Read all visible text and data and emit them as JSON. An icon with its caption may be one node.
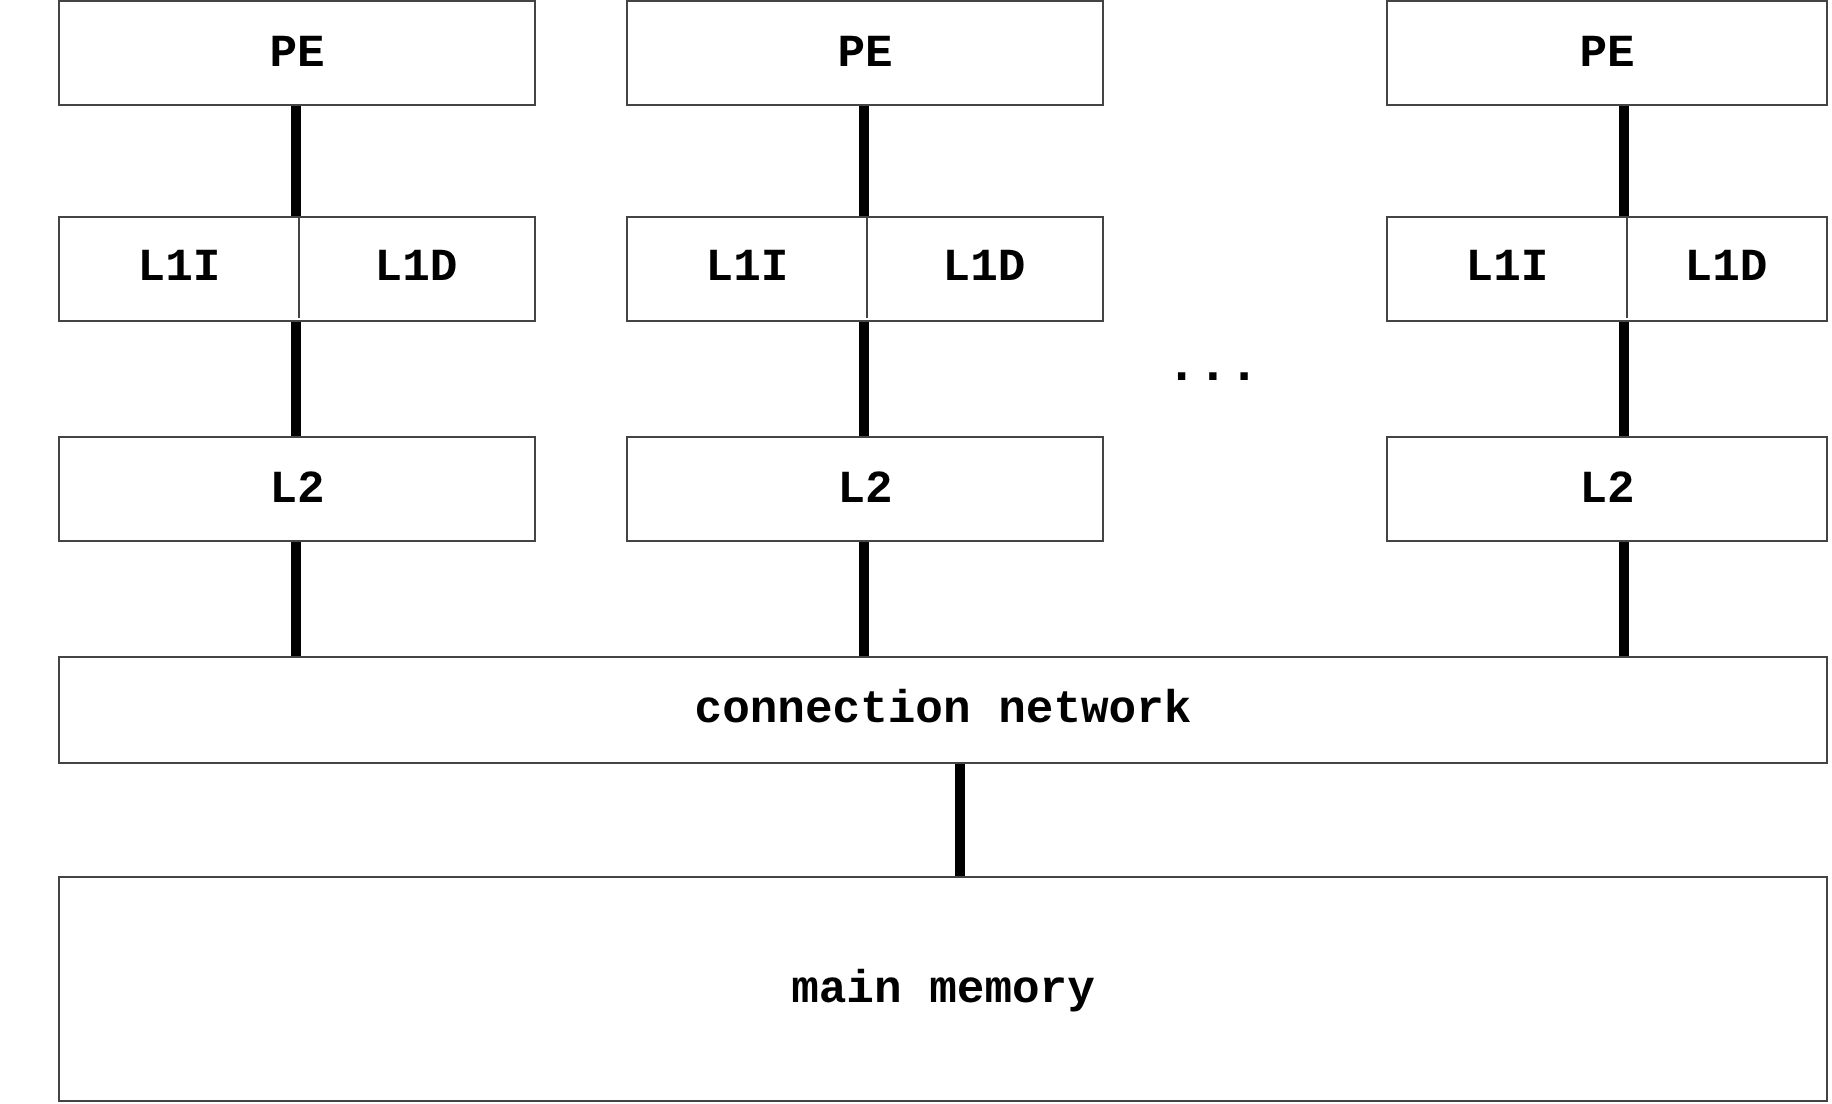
{
  "diagram": {
    "nodes": [
      {
        "text": [
          "PE"
        ]
      },
      {
        "text": [
          "PE"
        ]
      },
      {
        "text": [
          "PE"
        ]
      },
      {
        "text": [],
        "shape": "box"
      },
      {
        "text": [
          "L1I"
        ],
        "in": 3
      },
      {
        "text": [
          "L1D"
        ],
        "in": 3
      },
      {
        "text": [],
        "shape": "box"
      },
      {
        "text": [
          "L1I"
        ],
        "in": 6
      },
      {
        "text": [
          "L1D"
        ],
        "in": 6
      },
      {
        "text": [],
        "shape": "box"
      },
      {
        "text": [
          "L1I"
        ],
        "in": 9
      },
      {
        "text": [
          "L1D"
        ],
        "in": 9
      },
      {
        "text": [
          "L2"
        ]
      },
      {
        "text": [
          "L2"
        ]
      },
      {
        "text": [
          "L2"
        ]
      },
      {
        "text": [
          "connection network"
        ]
      },
      {
        "text": [
          "main memory"
        ]
      }
    ],
    "edges": [
      {
        "from": 0,
        "to": 3,
        "arrow": "none"
      },
      {
        "from": 1,
        "to": 6,
        "arrow": "none"
      },
      {
        "from": 2,
        "to": 9,
        "arrow": "none"
      },
      {
        "from": 3,
        "to": 12,
        "arrow": "none"
      },
      {
        "from": 6,
        "to": 13,
        "arrow": "none"
      },
      {
        "from": 9,
        "to": 14,
        "arrow": "none"
      },
      {
        "from": 12,
        "to": 15,
        "arrow": "none"
      },
      {
        "from": 13,
        "to": 15,
        "arrow": "none"
      },
      {
        "from": 14,
        "to": 15,
        "arrow": "none"
      },
      {
        "from": 15,
        "to": 16,
        "arrow": "none"
      }
    ],
    "labels": [
      "..."
    ]
  }
}
